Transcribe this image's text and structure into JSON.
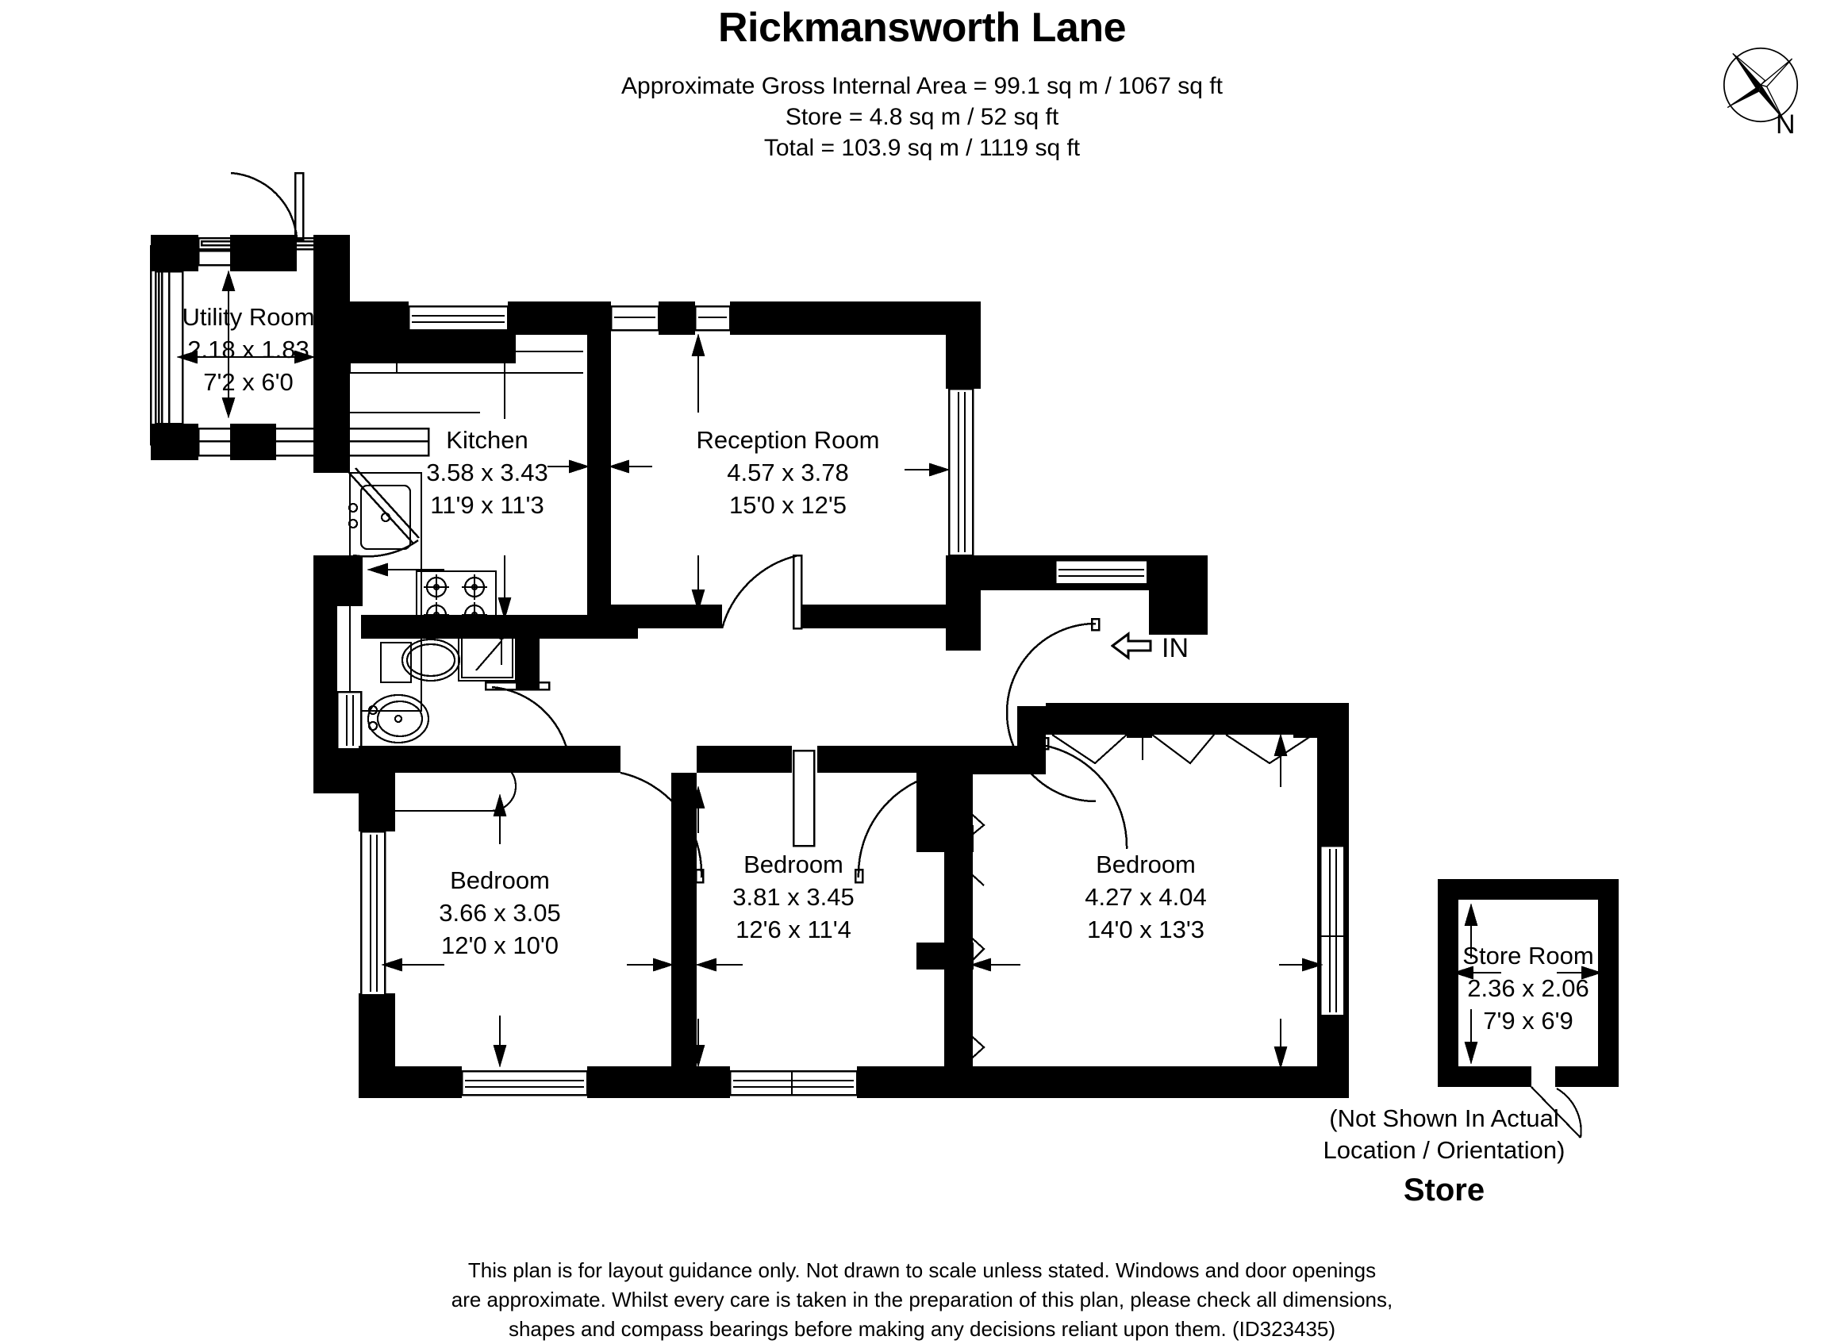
{
  "header": {
    "title": "Rickmansworth Lane",
    "area_lines": [
      "Approximate Gross Internal Area = 99.1 sq m / 1067 sq ft",
      "Store = 4.8 sq m / 52 sq ft",
      "Total = 103.9 sq m / 1119 sq ft"
    ]
  },
  "compass": {
    "icon": "compass-rose-icon",
    "north_label": "N"
  },
  "entrance": {
    "icon": "arrow-left-icon",
    "label": "IN"
  },
  "rooms": [
    {
      "key": "utility-room",
      "name": "Utility Room",
      "metric": "2.18 x 1.83",
      "imperial": "7'2 x 6'0"
    },
    {
      "key": "kitchen",
      "name": "Kitchen",
      "metric": "3.58 x 3.43",
      "imperial": "11'9 x 11'3"
    },
    {
      "key": "reception-room",
      "name": "Reception Room",
      "metric": "4.57 x 3.78",
      "imperial": "15'0 x 12'5"
    },
    {
      "key": "bedroom-left",
      "name": "Bedroom",
      "metric": "3.66 x 3.05",
      "imperial": "12'0 x 10'0"
    },
    {
      "key": "bedroom-middle",
      "name": "Bedroom",
      "metric": "3.81 x 3.45",
      "imperial": "12'6 x 11'4"
    },
    {
      "key": "bedroom-right",
      "name": "Bedroom",
      "metric": "4.27 x 4.04",
      "imperial": "14'0 x 13'3"
    },
    {
      "key": "store-room",
      "name": "Store Room",
      "metric": "2.36 x 2.06",
      "imperial": "7'9 x 6'9"
    }
  ],
  "store": {
    "note_lines": [
      "(Not Shown In Actual",
      "Location / Orientation)"
    ],
    "heading": "Store"
  },
  "footer": {
    "lines": [
      "This plan is for layout guidance only. Not drawn to scale unless stated. Windows and door openings",
      "are approximate. Whilst every care is taken in the preparation of this plan, please check all dimensions,",
      "shapes and compass bearings before making any decisions reliant upon them. (ID323435)"
    ]
  },
  "colors": {
    "wall": "#000000",
    "background": "#ffffff",
    "line": "#000000"
  }
}
